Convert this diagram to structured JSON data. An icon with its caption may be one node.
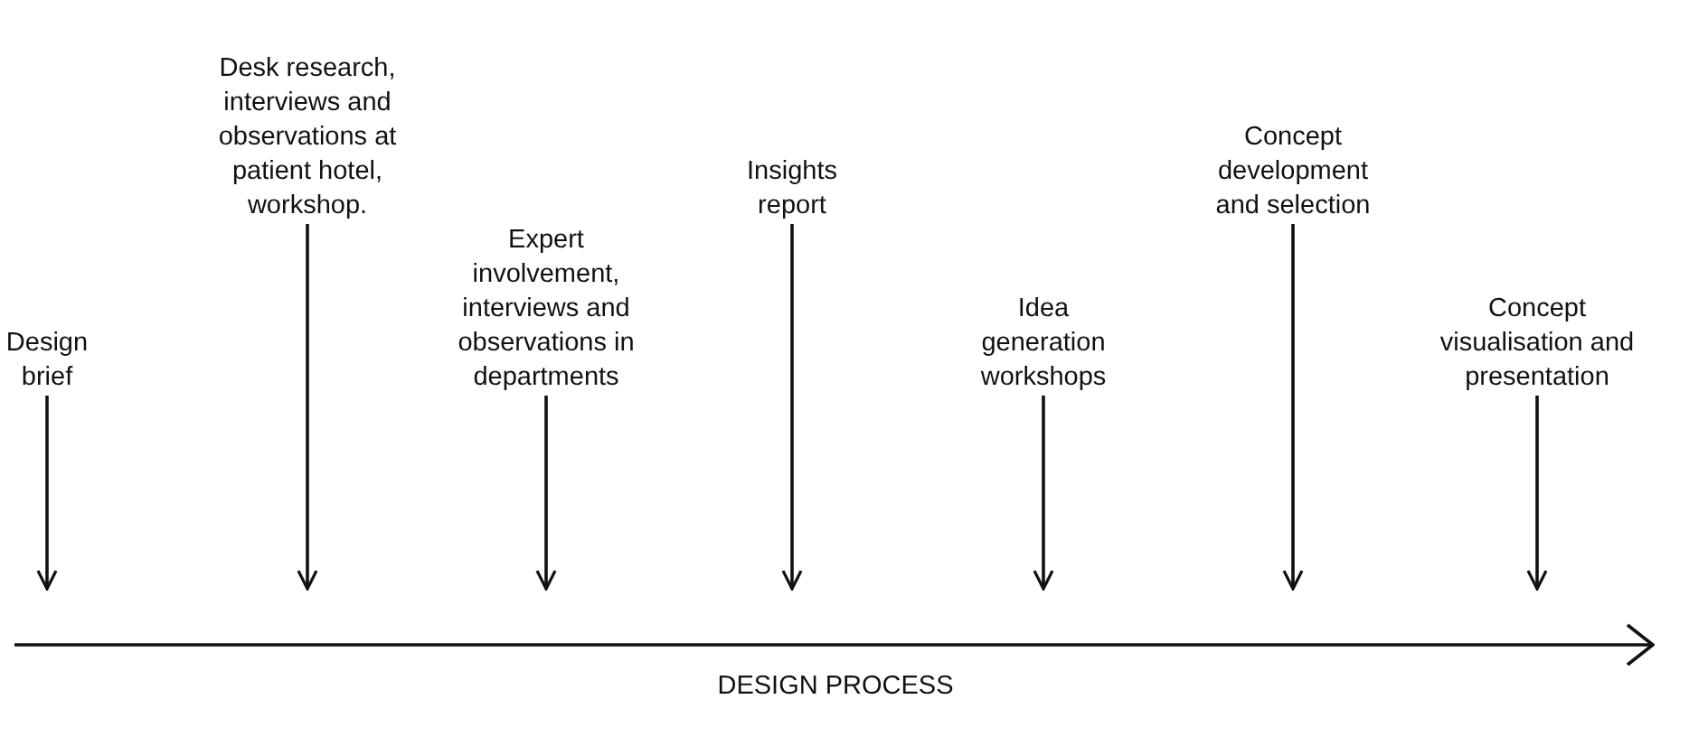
{
  "diagram": {
    "nodes": [
      {
        "text": [
          "Design brief"
        ]
      },
      {
        "text": [
          "Desk research, interviews and observations at patient hotel, workshop."
        ]
      },
      {
        "text": [
          "Expert involvement, interviews and observations in departments"
        ]
      },
      {
        "text": [
          "Insights report"
        ]
      },
      {
        "text": [
          "Idea generation workshops"
        ]
      },
      {
        "text": [
          "Concept development and selection"
        ]
      },
      {
        "text": [
          "Concept visualisation and presentation"
        ]
      }
    ],
    "edges": [
      {
        "from": 0,
        "to": null,
        "arrow": "to"
      },
      {
        "from": 1,
        "to": null,
        "arrow": "to"
      },
      {
        "from": 2,
        "to": null,
        "arrow": "to"
      },
      {
        "from": 3,
        "to": null,
        "arrow": "to"
      },
      {
        "from": 4,
        "to": null,
        "arrow": "to"
      },
      {
        "from": 5,
        "to": null,
        "arrow": "to"
      },
      {
        "from": 6,
        "to": null,
        "arrow": "to"
      }
    ],
    "labels": [
      "DESIGN PROCESS"
    ]
  }
}
